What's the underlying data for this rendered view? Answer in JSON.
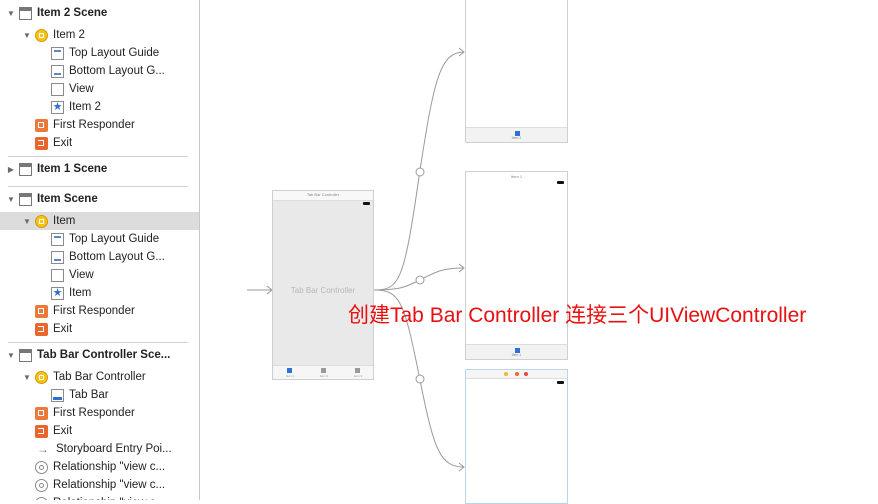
{
  "outline": {
    "rows": [
      {
        "label": "Item 2 Scene",
        "icon": "scene-icon",
        "disclosure": "expanded",
        "indent": 0,
        "bold": true
      },
      {
        "label": "Item 2",
        "icon": "view-controller-icon",
        "disclosure": "expanded",
        "indent": 1
      },
      {
        "label": "Top Layout Guide",
        "icon": "top-layout-guide-icon",
        "indent": 2
      },
      {
        "label": "Bottom Layout G...",
        "icon": "bottom-layout-guide-icon",
        "indent": 2
      },
      {
        "label": "View",
        "icon": "view-icon",
        "indent": 2
      },
      {
        "label": "Item 2",
        "icon": "tab-bar-item-star-icon",
        "indent": 2
      },
      {
        "label": "First Responder",
        "icon": "first-responder-icon",
        "indent": 1
      },
      {
        "label": "Exit",
        "icon": "exit-icon",
        "indent": 1
      },
      {
        "label": "Item 1 Scene",
        "icon": "scene-icon",
        "disclosure": "collapsed",
        "indent": 0,
        "bold": true
      },
      {
        "label": "Item Scene",
        "icon": "scene-icon",
        "disclosure": "expanded",
        "indent": 0,
        "bold": true
      },
      {
        "label": "Item",
        "icon": "view-controller-icon",
        "disclosure": "expanded",
        "indent": 1,
        "selected": true
      },
      {
        "label": "Top Layout Guide",
        "icon": "top-layout-guide-icon",
        "indent": 2
      },
      {
        "label": "Bottom Layout G...",
        "icon": "bottom-layout-guide-icon",
        "indent": 2
      },
      {
        "label": "View",
        "icon": "view-icon",
        "indent": 2
      },
      {
        "label": "Item",
        "icon": "tab-bar-item-star-icon",
        "indent": 2
      },
      {
        "label": "First Responder",
        "icon": "first-responder-icon",
        "indent": 1
      },
      {
        "label": "Exit",
        "icon": "exit-icon",
        "indent": 1
      },
      {
        "label": "Tab Bar Controller Sce...",
        "icon": "scene-icon",
        "disclosure": "expanded",
        "indent": 0,
        "bold": true
      },
      {
        "label": "Tab Bar Controller",
        "icon": "view-controller-icon",
        "disclosure": "expanded",
        "indent": 1
      },
      {
        "label": "Tab Bar",
        "icon": "tab-bar-icon",
        "indent": 2
      },
      {
        "label": "First Responder",
        "icon": "first-responder-icon",
        "indent": 1
      },
      {
        "label": "Exit",
        "icon": "exit-icon",
        "indent": 1
      },
      {
        "label": "Storyboard Entry Poi...",
        "icon": "entry-arrow-icon",
        "indent": 1
      },
      {
        "label": "Relationship \"view c...",
        "icon": "relationship-icon",
        "indent": 1
      },
      {
        "label": "Relationship \"view c...",
        "icon": "relationship-icon",
        "indent": 1
      },
      {
        "label": "Relationship \"view c...",
        "icon": "relationship-icon",
        "indent": 1
      }
    ]
  },
  "canvas": {
    "tab_bar_controller": {
      "nav_title": "Tab Bar Controller",
      "center_label": "Tab Bar Controller",
      "tab_captions": [
        "Item 1",
        "Item 2",
        "Item 3"
      ]
    },
    "scene_top": {
      "tab_caption": "Item 2"
    },
    "scene_middle": {
      "nav_title": "Item 1",
      "tab_caption": "Item 1"
    },
    "scene_bottom": {
      "dock_colors": [
        "#f0b63a",
        "#e96a3a",
        "#e64a3a"
      ]
    }
  },
  "annotation": {
    "text": "创建Tab Bar Controller 连接三个UIViewController",
    "color": "#e81010"
  }
}
